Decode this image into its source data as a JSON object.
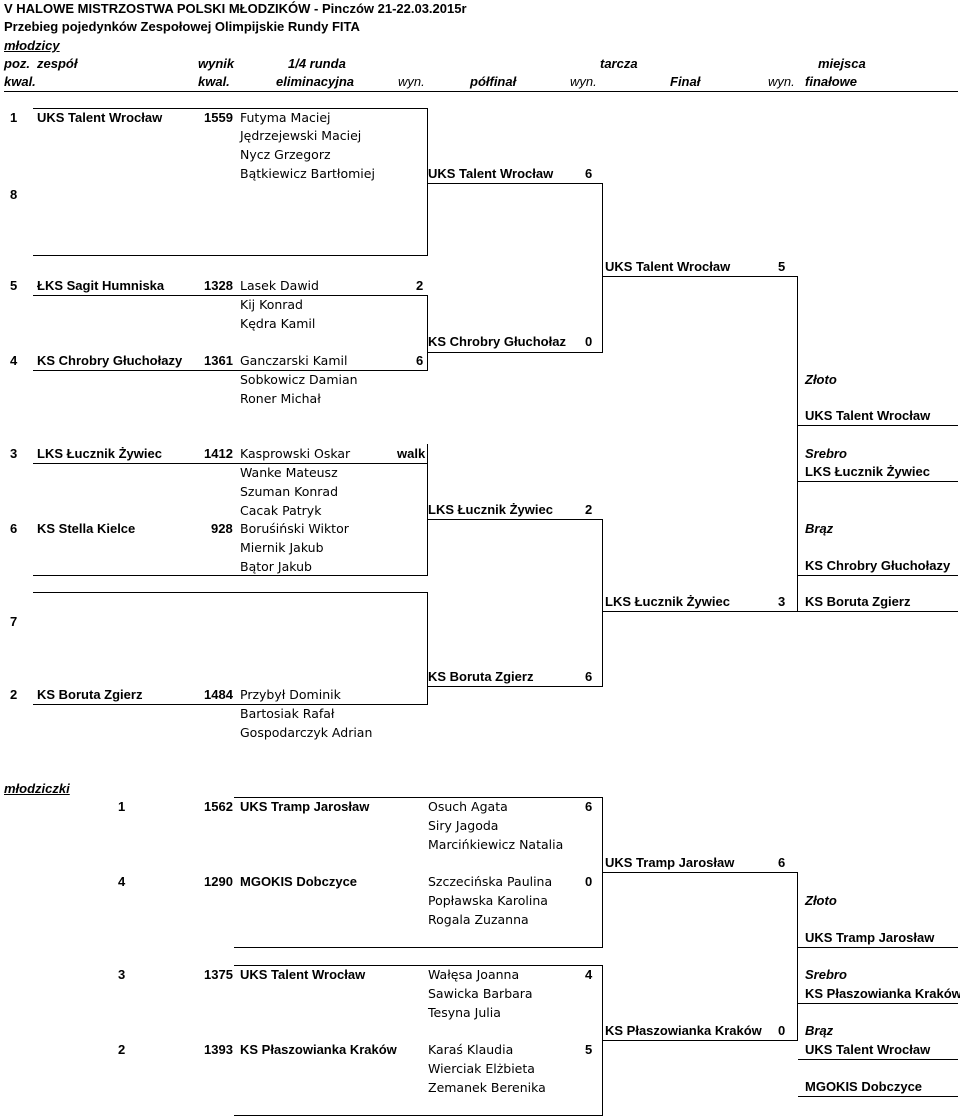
{
  "header": {
    "title": "V HALOWE MISTRZOSTWA POLSKI MŁODZIKÓW - Pinczów 21-22.03.2015r",
    "subtitle": "Przebieg pojedynków Zespołowej Olimpijskie Rundy FITA",
    "category": "młodzicy"
  },
  "columns": {
    "poz": "poz.",
    "kwal1": "kwal.",
    "zespol": "zespół",
    "wynik": "wynik",
    "kwal2": "kwal.",
    "runda": "1/4 runda",
    "eliminacyjna": "eliminacyjna",
    "wyn1": "wyn.",
    "polfinal": "półfinał",
    "wyn2": "wyn.",
    "tarcza": "tarcza",
    "final": "Finał",
    "wyn3": "wyn.",
    "miejsca": "miejsca",
    "finalowe": "finałowe"
  },
  "boys": {
    "r1": [
      {
        "pos": "1",
        "team": "UKS Talent Wrocław",
        "score": "1559",
        "members": [
          "Futyma Maciej",
          "Jędrzejewski Maciej",
          "Nycz Grzegorz",
          "Bątkiewicz Bartłomiej"
        ],
        "res": ""
      },
      {
        "pos": "8",
        "team": "",
        "score": "",
        "members": [],
        "res": ""
      },
      {
        "pos": "5",
        "team": "ŁKS Sagit Humniska",
        "score": "1328",
        "members": [
          "Lasek Dawid",
          "Kij Konrad",
          "Kędra Kamil"
        ],
        "res": "2"
      },
      {
        "pos": "4",
        "team": "KS Chrobry Głuchołazy",
        "score": "1361",
        "members": [
          "Ganczarski Kamil",
          "Sobkowicz Damian",
          "Roner Michał"
        ],
        "res": "6"
      },
      {
        "pos": "3",
        "team": "LKS Łucznik Żywiec",
        "score": "1412",
        "members": [
          "Kasprowski Oskar",
          "Wanke Mateusz",
          "Szuman Konrad",
          "Cacak Patryk"
        ],
        "res": "walk"
      },
      {
        "pos": "6",
        "team": "KS Stella Kielce",
        "score": "928",
        "members": [
          "Boruśiński Wiktor",
          "Miernik Jakub",
          "Bątor Jakub"
        ],
        "res": ""
      },
      {
        "pos": "7",
        "team": "",
        "score": "",
        "members": [],
        "res": ""
      },
      {
        "pos": "2",
        "team": "KS Boruta Zgierz",
        "score": "1484",
        "members": [
          "Przybył Dominik",
          "Bartosiak Rafał",
          "Gospodarczyk Adrian"
        ],
        "res": ""
      }
    ],
    "semi": [
      {
        "team": "UKS Talent Wrocław",
        "res": "6"
      },
      {
        "team": "KS Chrobry Głuchołaz",
        "res": "0"
      },
      {
        "team": "LKS Łucznik Żywiec",
        "res": "2"
      },
      {
        "team": "KS Boruta Zgierz",
        "res": "6"
      }
    ],
    "final": [
      {
        "team": "UKS Talent Wrocław",
        "res": "5"
      },
      {
        "team": "LKS Łucznik Żywiec",
        "res": "3"
      }
    ],
    "medals": {
      "gold_label": "Złoto",
      "gold": "UKS Talent Wrocław",
      "silver_label": "Srebro",
      "silver": "LKS Łucznik Żywiec",
      "bronze_label": "Brąz",
      "bronze1": "KS Chrobry Głuchołazy",
      "bronze2": "KS Boruta Zgierz"
    }
  },
  "girls": {
    "category": "młodziczki",
    "r1": [
      {
        "pos": "1",
        "score": "1562",
        "team": "UKS Tramp Jarosław",
        "members": [
          "Osuch Agata",
          "Siry Jagoda",
          "Marcińkiewicz Natalia"
        ],
        "res": "6"
      },
      {
        "pos": "4",
        "score": "1290",
        "team": "MGOKIS Dobczyce",
        "members": [
          "Szczecińska Paulina",
          "Popławska Karolina",
          "Rogala Zuzanna"
        ],
        "res": "0"
      },
      {
        "pos": "3",
        "score": "1375",
        "team": "UKS Talent Wrocław",
        "members": [
          "Wałęsa Joanna",
          "Sawicka Barbara",
          "Tesyna Julia"
        ],
        "res": "4"
      },
      {
        "pos": "2",
        "score": "1393",
        "team": "KS Płaszowianka Kraków",
        "members": [
          "Karaś Klaudia",
          "Wierciak Elżbieta",
          "Zemanek Berenika"
        ],
        "res": "5"
      }
    ],
    "final": [
      {
        "team": "UKS Tramp Jarosław",
        "res": "6"
      },
      {
        "team": "KS Płaszowianka Kraków",
        "res": "0"
      }
    ],
    "medals": {
      "gold_label": "Złoto",
      "gold": "UKS Tramp Jarosław",
      "silver_label": "Srebro",
      "silver": "KS Płaszowianka Kraków",
      "bronze_label": "Brąz",
      "bronze1": "UKS Talent Wrocław",
      "bronze2": "MGOKIS Dobczyce"
    }
  }
}
